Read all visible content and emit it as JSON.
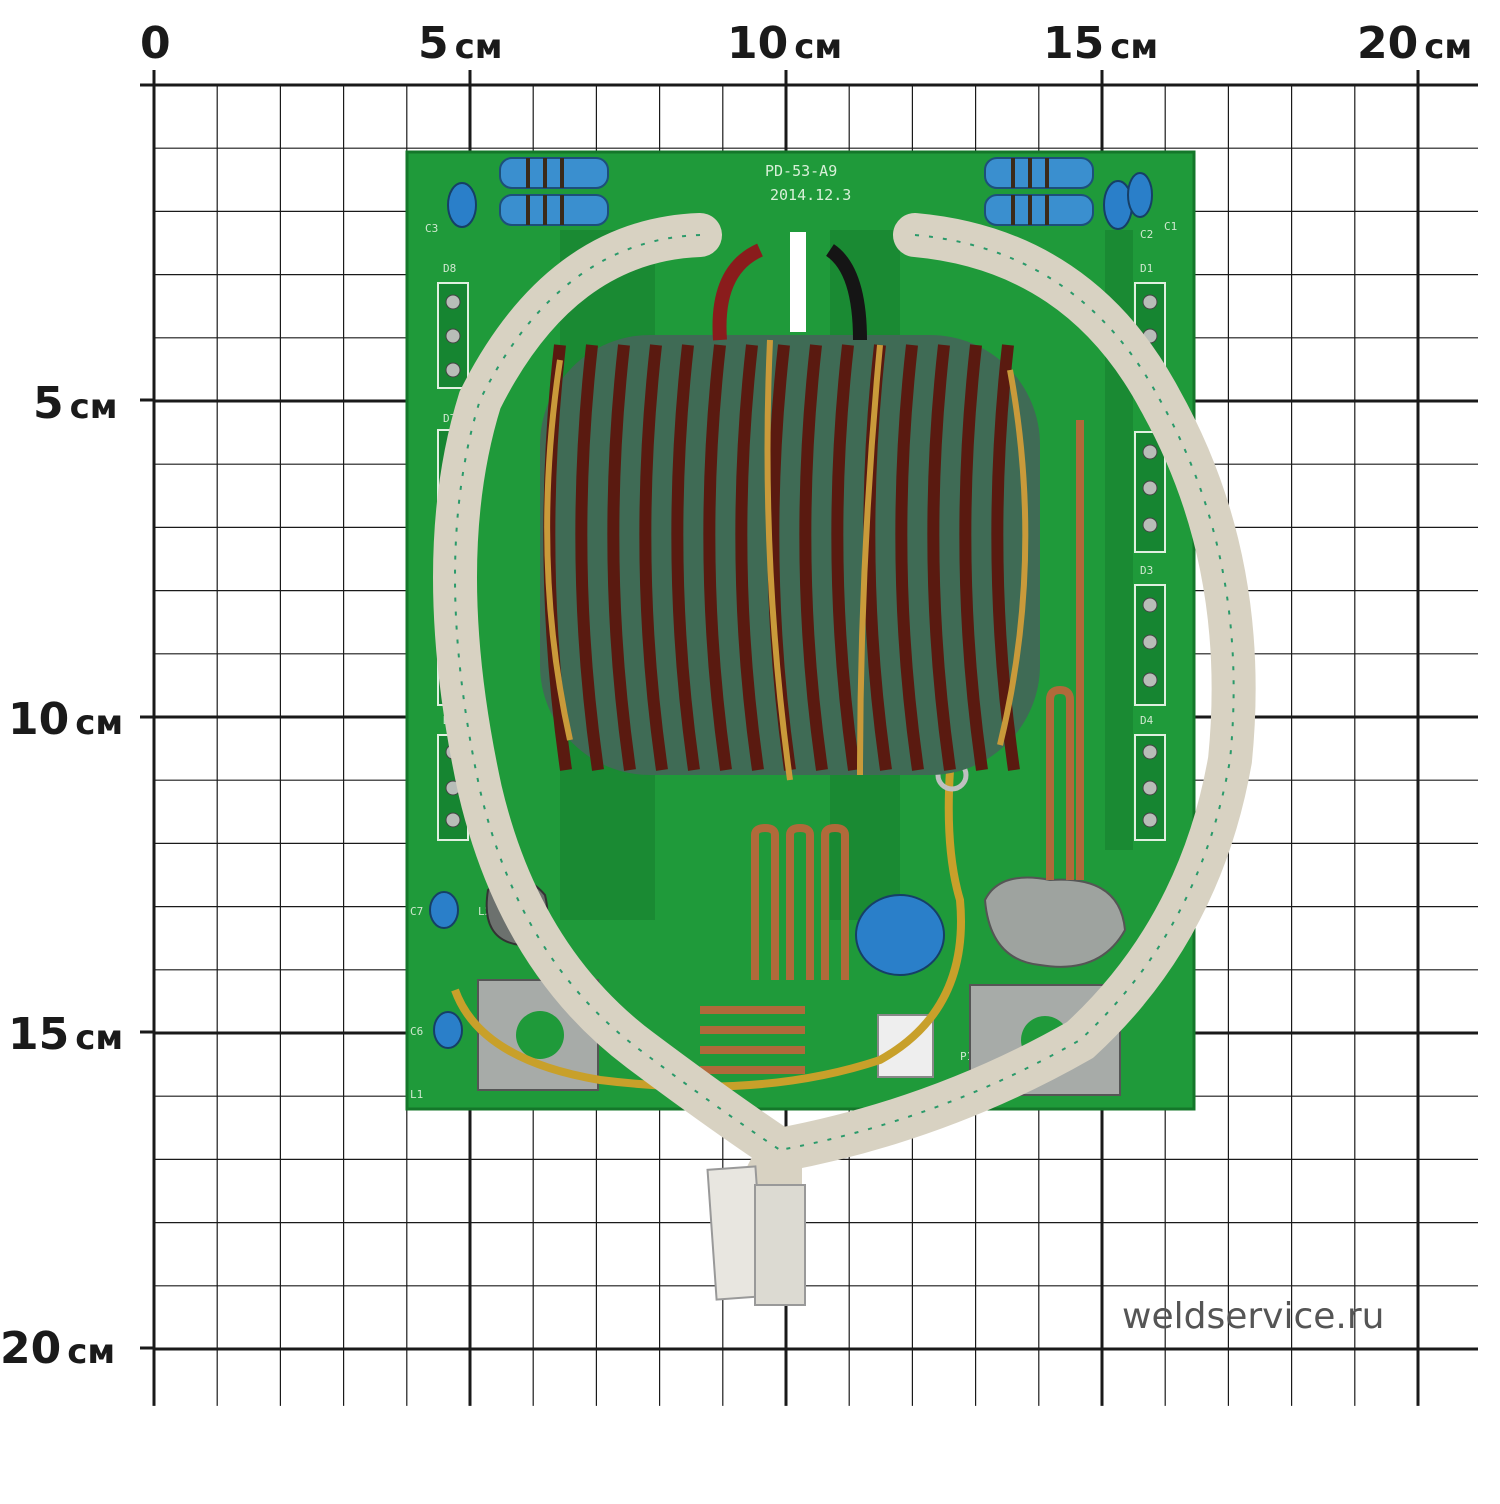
{
  "ruler": {
    "x_labels": [
      {
        "num": "0",
        "unit": ""
      },
      {
        "num": "5",
        "unit": "см"
      },
      {
        "num": "10",
        "unit": "см"
      },
      {
        "num": "15",
        "unit": "см"
      },
      {
        "num": "20",
        "unit": "см"
      }
    ],
    "y_labels": [
      {
        "num": "5",
        "unit": "см"
      },
      {
        "num": "10",
        "unit": "см"
      },
      {
        "num": "15",
        "unit": "см"
      },
      {
        "num": "20",
        "unit": "см"
      }
    ]
  },
  "board": {
    "model": "PD-53-A9",
    "date": "2014.12.3",
    "marks": {
      "c3": "C3",
      "c2": "C2",
      "c1": "C1",
      "d8": "D8",
      "d7": "D7",
      "d5": "D5",
      "d1": "D1",
      "d3": "D3",
      "d4": "D4",
      "c7": "C7",
      "c6": "C6",
      "l2": "L2",
      "l1": "L1",
      "p1": "P1"
    }
  },
  "watermark": "weldservice.ru",
  "colors": {
    "pcb": "#1f9a3a",
    "grid": "#1a1a1a",
    "copper": "#6b1e12",
    "cable": "#d8d2c2"
  }
}
